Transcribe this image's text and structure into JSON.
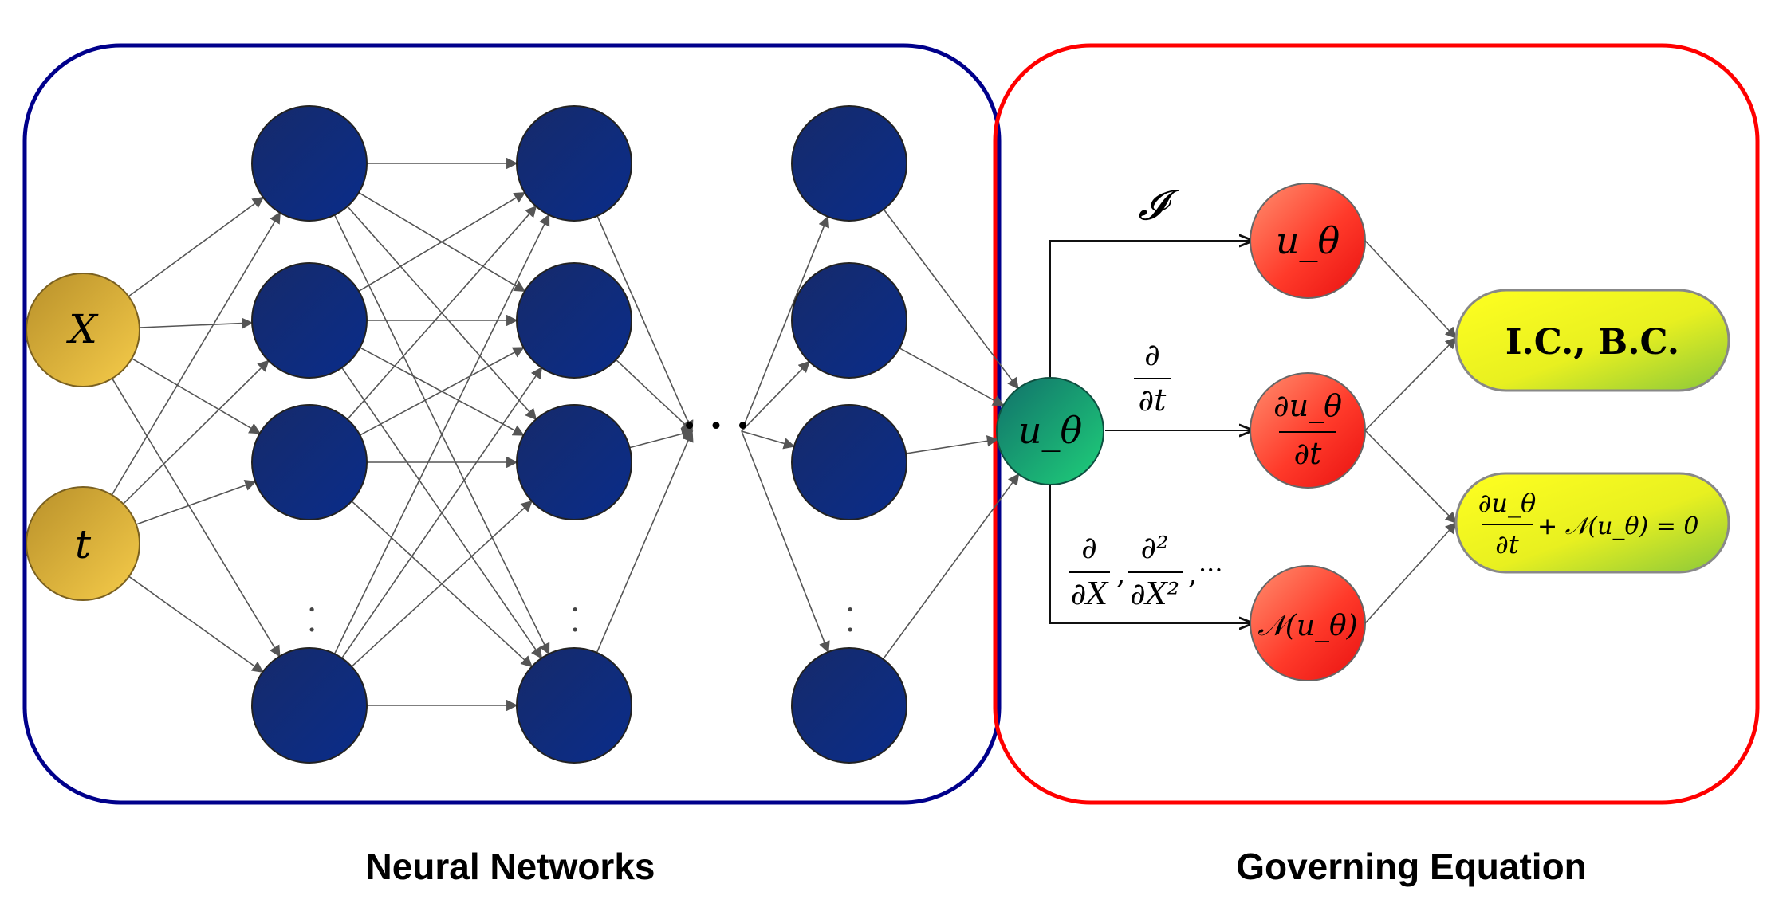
{
  "inputs": [
    "X",
    "t"
  ],
  "output_node": "u_θ",
  "operators": {
    "identity": "𝓘",
    "time_num": "∂",
    "time_den": "∂t",
    "space_num1": "∂",
    "space_den1": "∂X",
    "space_num2": "∂²",
    "space_den2": "∂X²",
    "space_more": "···"
  },
  "derived_nodes": {
    "u": "u_θ",
    "du_num": "∂u_θ",
    "du_den": "∂t",
    "N": "𝒩(u_θ)"
  },
  "conditions": {
    "ic_bc": "I.C., B.C.",
    "pde_num": "∂u_θ",
    "pde_den": "∂t",
    "pde_rest": "+ 𝒩(u_θ) = 0"
  },
  "ellipsis": "· · ·",
  "captions": {
    "left": "Neural Networks",
    "right": "Governing Equation"
  },
  "colors": {
    "nn_box": "#00008b",
    "ge_box": "#ff0000",
    "hidden_node": "#0d2a78",
    "input_node": "#e0b030",
    "output_node": "#1aa86a",
    "derived_node": "#f04030",
    "condition": "#d8f020"
  }
}
